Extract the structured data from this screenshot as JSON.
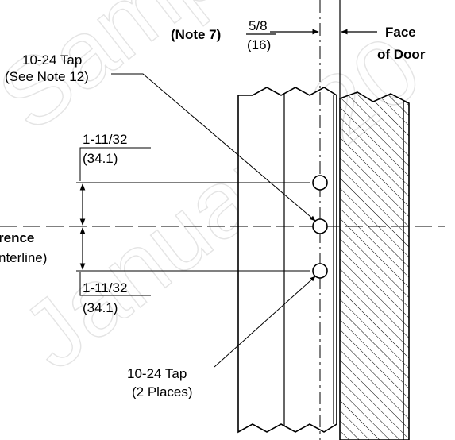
{
  "watermark": {
    "line1": "Samples M",
    "line2": "January 20"
  },
  "labels": {
    "note7": "(Note 7)",
    "dim_top_fraction": "5/8",
    "dim_top_mm": "(16)",
    "face_of_door_1": "Face",
    "face_of_door_2": "of Door",
    "tap_top_1": "10-24 Tap",
    "tap_top_2": "(See Note 12)",
    "upper_spacing": "1-11/32",
    "upper_spacing_mm": "(34.1)",
    "reference_1": "rence",
    "reference_2": "nterline)",
    "lower_spacing": "1-11/32",
    "lower_spacing_mm": "(34.1)",
    "tap_bottom_1": "10-24 Tap",
    "tap_bottom_2": "(2 Places)"
  }
}
